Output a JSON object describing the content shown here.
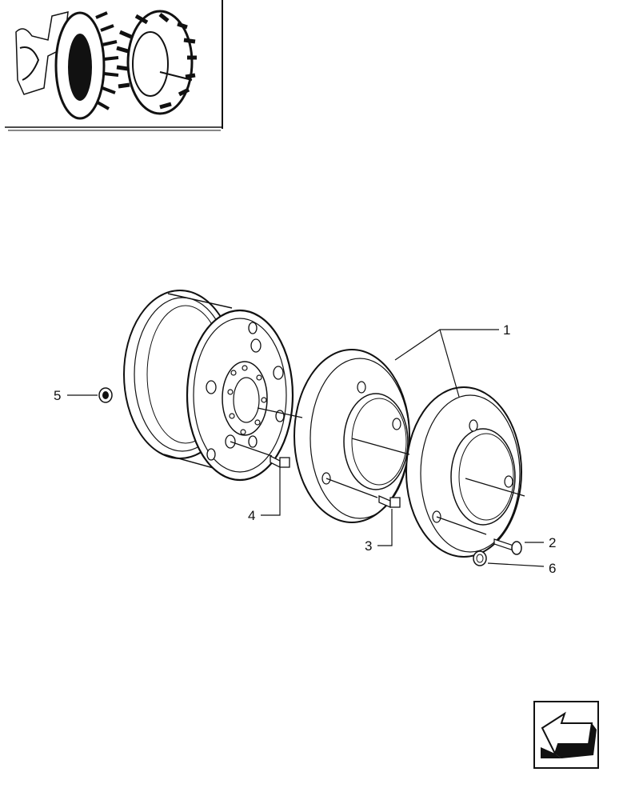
{
  "callouts": [
    {
      "id": "1",
      "label": "1"
    },
    {
      "id": "2",
      "label": "2"
    },
    {
      "id": "3",
      "label": "3"
    },
    {
      "id": "4",
      "label": "4"
    },
    {
      "id": "5",
      "label": "5"
    },
    {
      "id": "6",
      "label": "6"
    }
  ],
  "icons": {
    "thumbnail": "tractor-rear-wheel-thumbnail",
    "nav": "arrow-back-icon"
  },
  "colors": {
    "ink": "#111111",
    "paper": "#ffffff"
  }
}
